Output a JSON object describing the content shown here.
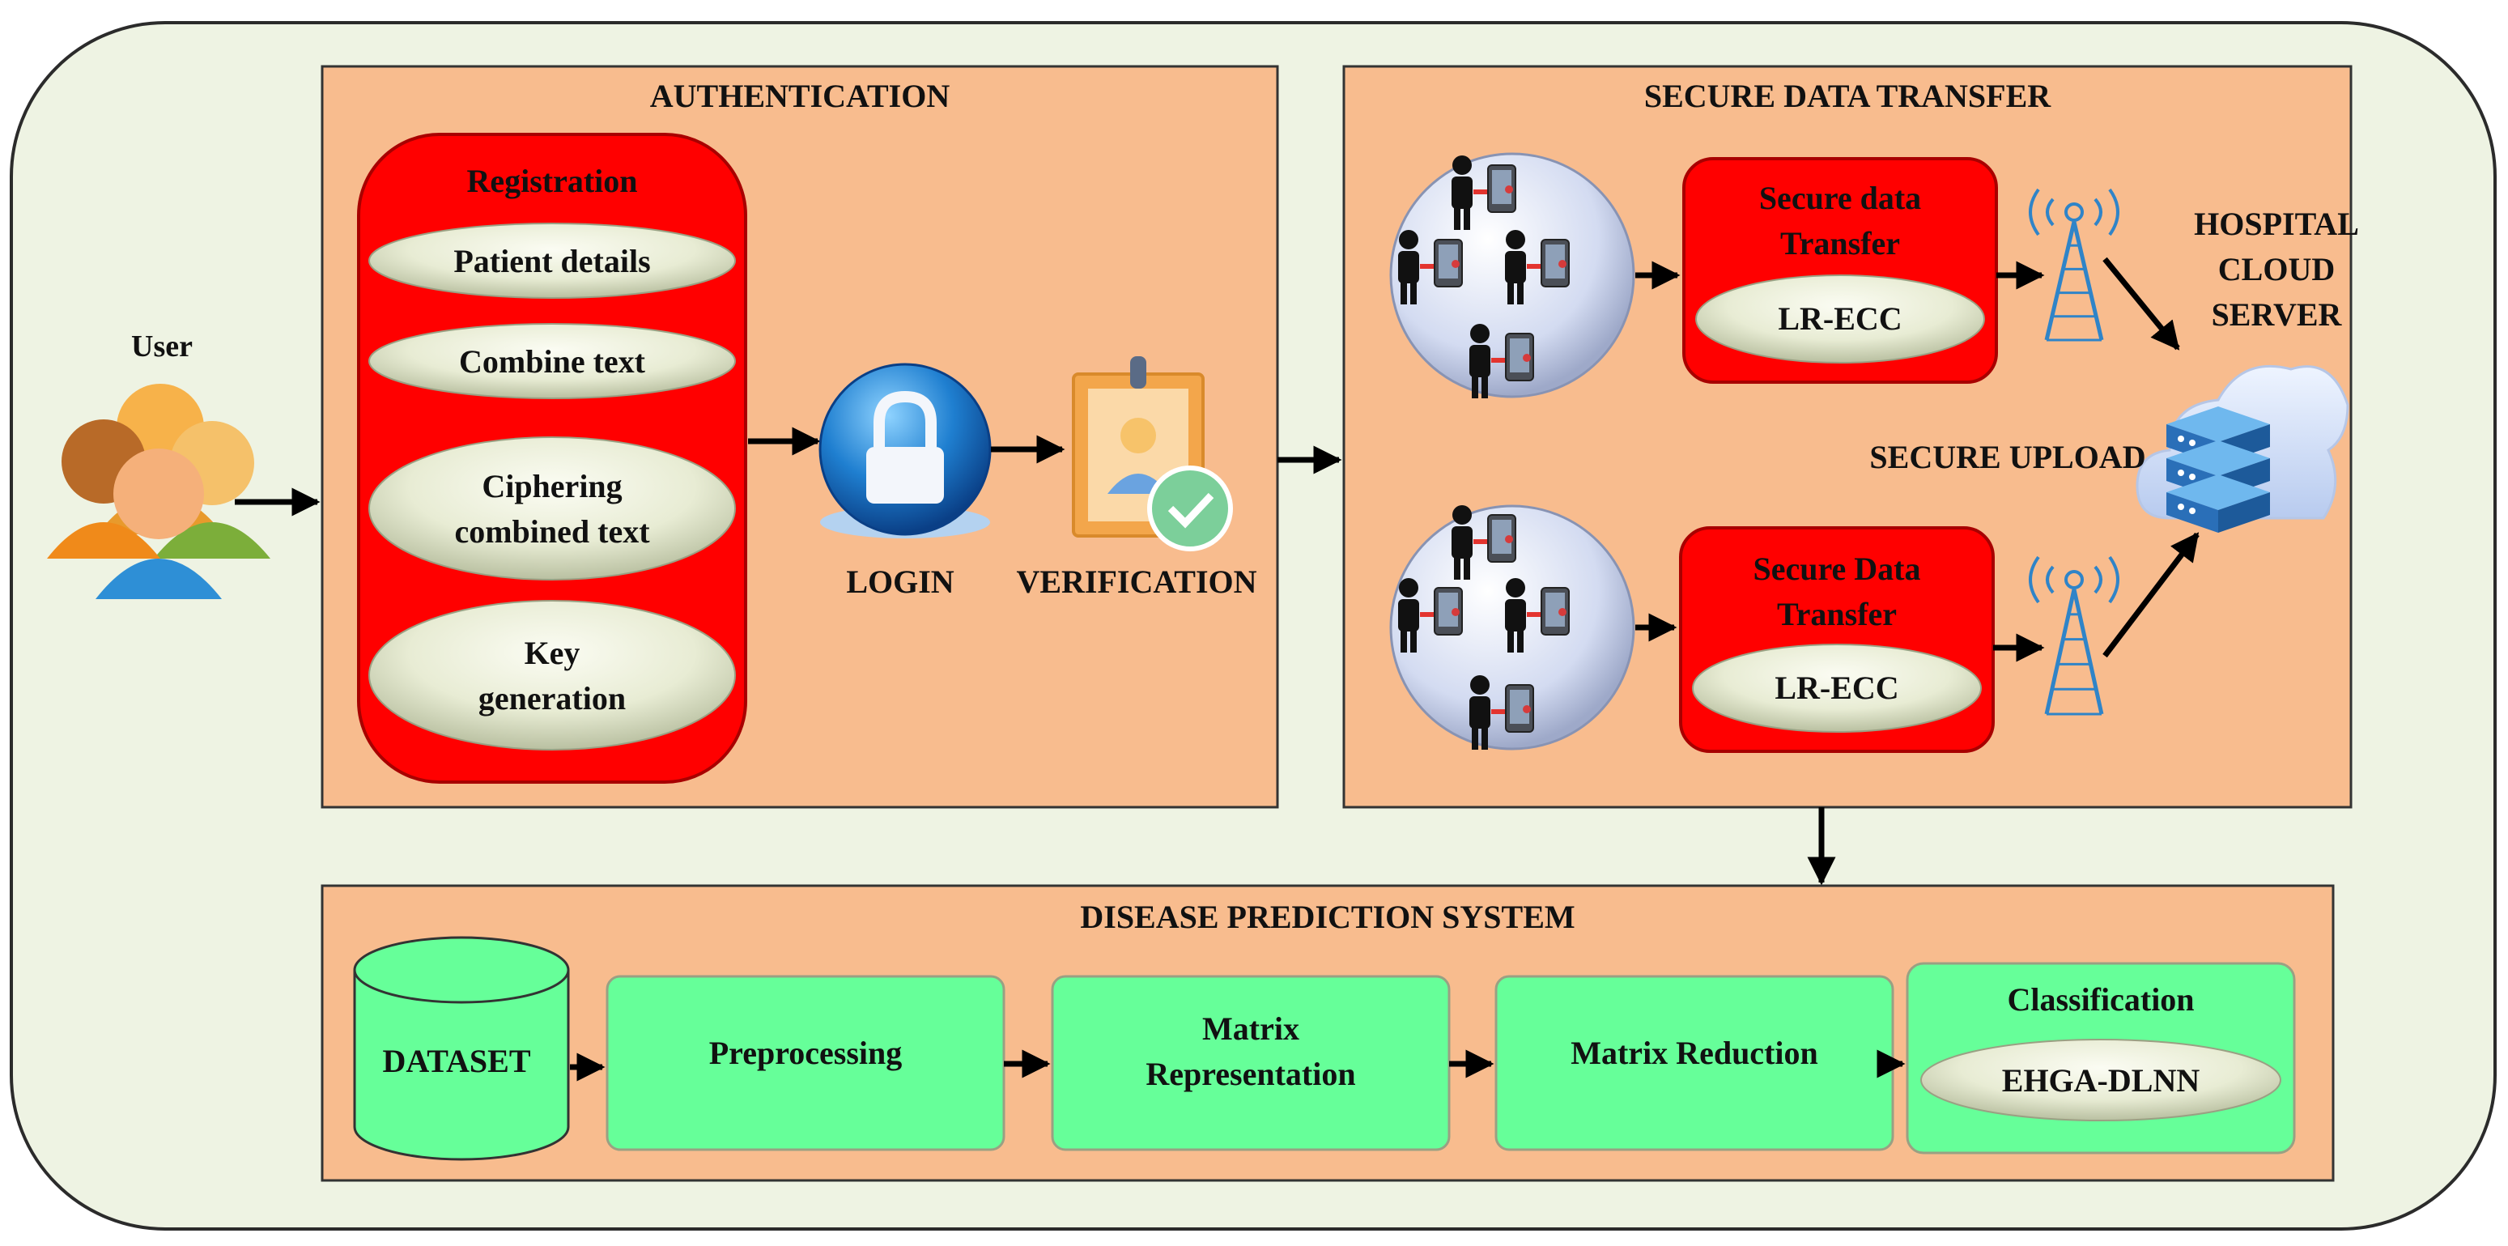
{
  "user": {
    "label": "User"
  },
  "authentication": {
    "title": "AUTHENTICATION",
    "registration": {
      "title": "Registration",
      "steps": [
        {
          "lines": [
            "Patient details"
          ]
        },
        {
          "lines": [
            "Combine text"
          ]
        },
        {
          "lines": [
            "Ciphering",
            "combined text"
          ]
        },
        {
          "lines": [
            "Key",
            "generation"
          ]
        }
      ]
    },
    "login_label": "LOGIN",
    "verification_label": "VERIFICATION"
  },
  "secure_transfer": {
    "title": "SECURE DATA TRANSFER",
    "upper_module": {
      "title_lines": [
        "Secure data",
        "Transfer"
      ],
      "method": "LR-ECC"
    },
    "secure_upload_label": "SECURE UPLOAD",
    "lower_module": {
      "title_lines": [
        "Secure Data",
        "Transfer"
      ],
      "method": "LR-ECC"
    },
    "cloud_lines": [
      "HOSPITAL",
      "CLOUD",
      "SERVER"
    ]
  },
  "disease_prediction": {
    "title": "DISEASE PREDICTION SYSTEM",
    "dataset_label": "DATASET",
    "stages": [
      {
        "lines": [
          "Preprocessing"
        ]
      },
      {
        "lines": [
          "Matrix",
          "Representation"
        ]
      },
      {
        "lines": [
          "Matrix Reduction"
        ]
      }
    ],
    "classification": {
      "title": "Classification",
      "method": "EHGA-DLNN"
    }
  },
  "colors": {
    "background_panel": "#eef3e3",
    "section_fill": "#f8bc8e",
    "registration_fill": "#ff0000",
    "oval_fill": "#e9ecd6",
    "stage_fill": "#66ff99"
  }
}
